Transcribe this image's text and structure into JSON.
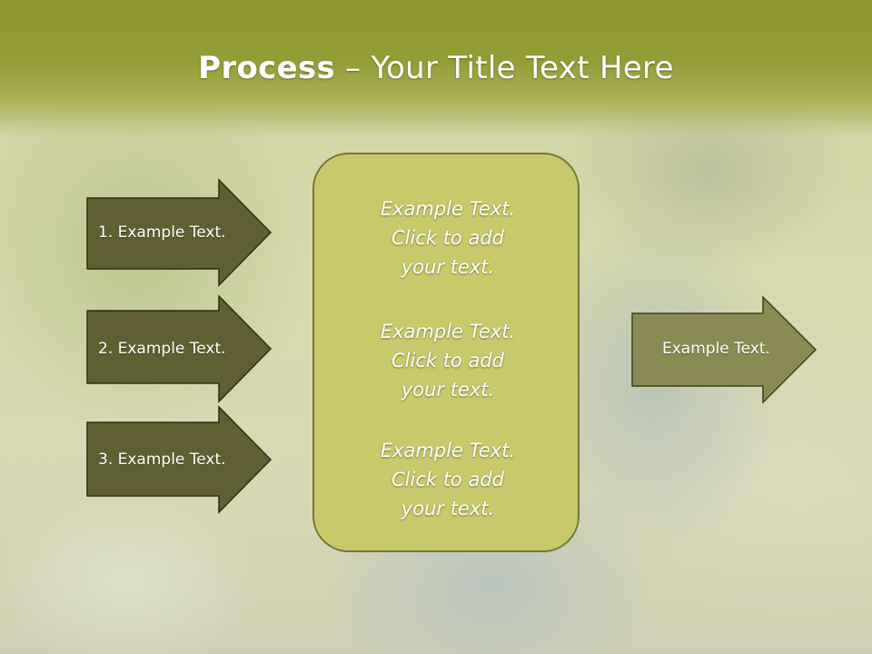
{
  "title": {
    "bold": "Process",
    "rest": " – Your Title Text Here"
  },
  "left_arrows": [
    {
      "label": "1. Example Text."
    },
    {
      "label": "2. Example Text."
    },
    {
      "label": "3. Example Text."
    }
  ],
  "center_box": {
    "blocks": [
      {
        "lines": [
          "Example Text.",
          "Click  to add",
          "your text."
        ]
      },
      {
        "lines": [
          "Example Text.",
          "Click  to add",
          "your text."
        ]
      },
      {
        "lines": [
          "Example Text.",
          "Click  to add",
          "your text."
        ]
      }
    ]
  },
  "right_arrow": {
    "label": "Example Text."
  },
  "colors": {
    "title_band": "#949c36",
    "left_arrow_fill": "#5f5f33",
    "right_arrow_fill": "#8a8a55",
    "center_box_fill": "#c9c96c",
    "outline": "#4a4a24"
  }
}
